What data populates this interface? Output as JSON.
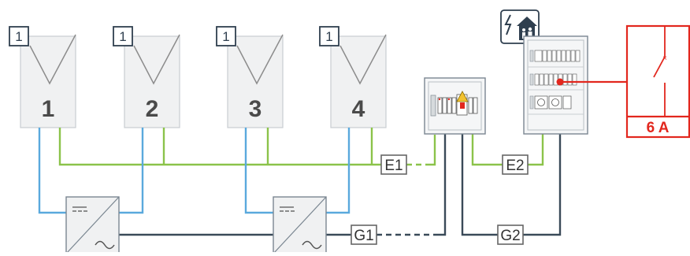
{
  "panels": [
    {
      "badge": "1",
      "number": "1"
    },
    {
      "badge": "1",
      "number": "2"
    },
    {
      "badge": "1",
      "number": "3"
    },
    {
      "badge": "1",
      "number": "4"
    }
  ],
  "cable_tags": {
    "e1": "E1",
    "e2": "E2",
    "g1": "G1",
    "g2": "G2"
  },
  "breaker": {
    "rating": "6 A",
    "mark": "×"
  },
  "colors": {
    "dc_positive": "#8bc34a",
    "dc_negative": "#5aa9dd",
    "ac_cable": "#3a4a58",
    "highlight": "#e2271e",
    "panel_fill": "#f0f1f2",
    "outline": "#5b6b78"
  },
  "icons": {
    "house": "house-with-family-and-lightning-icon",
    "inverter": "dc-ac-inverter-icon"
  }
}
